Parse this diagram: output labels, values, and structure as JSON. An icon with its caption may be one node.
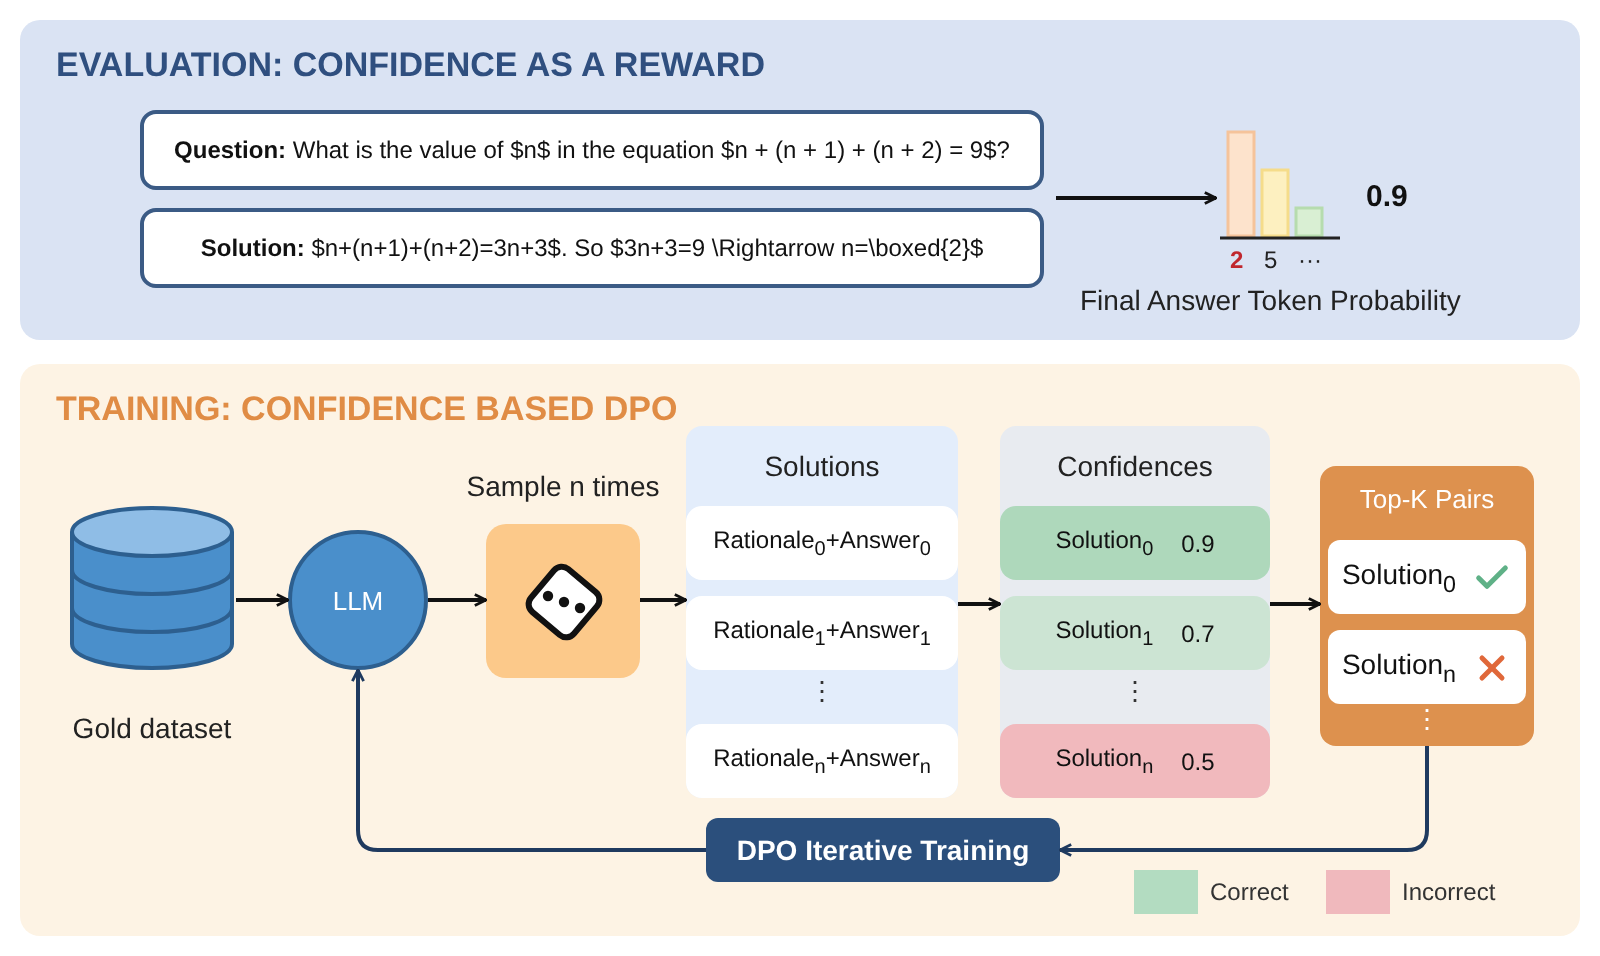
{
  "diagram": {
    "nodes": [
      {
        "text": [
          "EVALUATION: CONFIDENCE AS A REWARD"
        ]
      },
      {
        "text": [
          "**Question:** What is the value of $n$ in the equation $n + (n + 1) + (n + 2) = 9$?"
        ],
        "in": 0
      },
      {
        "text": [
          "**Solution:** $n+(n+1)+(n+2)=3n+3$.  So $3n+3=9 \\Rightarrow n=\\boxed{2}$"
        ],
        "in": 0
      },
      {
        "text": [
          "2",
          "5",
          "···",
          "0.9"
        ],
        "beside": [
          "Final Answer Token Probability"
        ],
        "in": 0
      },
      {
        "text": [
          "TRAINING: CONFIDENCE BASED DPO"
        ]
      },
      {
        "text": [
          "Gold dataset"
        ],
        "in": 4
      },
      {
        "text": [
          "LLM"
        ],
        "in": 4
      },
      {
        "text": [
          "Sample n times"
        ],
        "in": 4
      },
      {
        "text": [
          "Solutions"
        ],
        "in": 4
      },
      {
        "text": [
          "Rationale$_{0}$+Answer$_{0}$"
        ],
        "in": 8
      },
      {
        "text": [
          "Rationale$_{1}$+Answer$_{1}$"
        ],
        "in": 8
      },
      {
        "text": [
          "Rationale$_{n}$+Answer$_{n}$"
        ],
        "in": 8
      },
      {
        "text": [
          "Confidences"
        ],
        "in": 4
      },
      {
        "text": [
          "Solution$_{0}$",
          "0.9"
        ],
        "in": 12
      },
      {
        "text": [
          "Solution$_{1}$",
          "0.7"
        ],
        "in": 12
      },
      {
        "text": [
          "Solution$_{n}$",
          "0.5"
        ],
        "in": 12
      },
      {
        "text": [
          "Top-K Pairs"
        ],
        "in": 4
      },
      {
        "text": [
          "Solution$_{0}$"
        ],
        "in": 16
      },
      {
        "text": [
          "Solution$_{n}$"
        ],
        "in": 16
      },
      {
        "text": [
          "DPO Iterative Training"
        ],
        "in": 4
      }
    ],
    "edges": [
      {
        "from": 1,
        "to": 3,
        "arrow": "to"
      },
      {
        "from": 5,
        "to": 6,
        "arrow": "to"
      },
      {
        "from": 6,
        "to": 7,
        "arrow": "to"
      },
      {
        "from": 7,
        "to": 8,
        "arrow": "to"
      },
      {
        "from": 8,
        "to": 12,
        "arrow": "to"
      },
      {
        "from": 12,
        "to": 16,
        "arrow": "to"
      },
      {
        "from": 16,
        "to": 19,
        "arrow": "to",
        "color": "#1f3a5f"
      },
      {
        "from": 19,
        "to": 6,
        "arrow": "to",
        "color": "#1f3a5f"
      }
    ],
    "labels": [
      "⋮",
      "⋮",
      "⋮"
    ],
    "legend": [
      {
        "text": "Correct",
        "color": "#b3dcc1"
      },
      {
        "text": "Incorrect",
        "color": "#f0b9bd"
      }
    ]
  }
}
